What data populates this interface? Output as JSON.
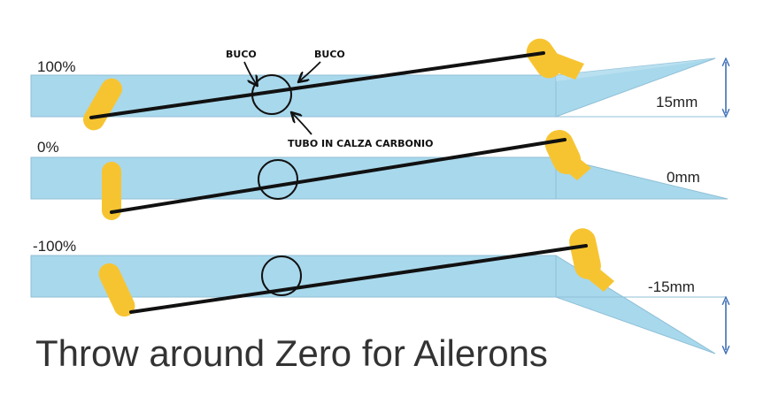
{
  "title": "Throw around Zero for Ailerons",
  "colors": {
    "wing": "#a8d8ec",
    "wing_edge": "#8fbfd6",
    "aileron": "#a8d8ec",
    "horn": "#f7c431",
    "pushrod": "#111111",
    "arrow": "#3f6fb5"
  },
  "rows": [
    {
      "label": "100%",
      "deflection": "15mm"
    },
    {
      "label": "0%",
      "deflection": "0mm"
    },
    {
      "label": "-100%",
      "deflection": "-15mm"
    }
  ],
  "annotations": {
    "hole_left": "BUCO",
    "hole_right": "BUCO",
    "tube": "TUBO IN CALZA CARBONIO"
  }
}
